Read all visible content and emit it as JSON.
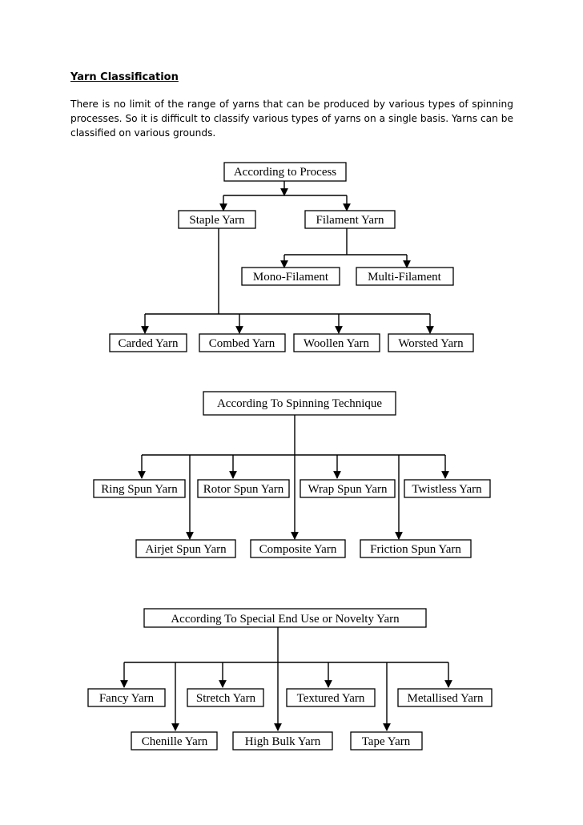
{
  "heading": "Yarn Classification",
  "intro": "There is no limit of the range of yarns that can be produced by various types of spinning processes. So it is difficult to classify various types of yarns on a single basis. Yarns can be classified on various grounds.",
  "diagram1": {
    "root": "According to Process",
    "level1": [
      "Staple Yarn",
      "Filament Yarn"
    ],
    "filament_children": [
      "Mono-Filament",
      "Multi-Filament"
    ],
    "staple_children": [
      "Carded Yarn",
      "Combed Yarn",
      "Woollen Yarn",
      "Worsted Yarn"
    ]
  },
  "diagram2": {
    "root": "According To Spinning Technique",
    "row1": [
      "Ring Spun Yarn",
      "Rotor Spun Yarn",
      "Wrap Spun Yarn",
      "Twistless Yarn"
    ],
    "row2": [
      "Airjet Spun Yarn",
      "Composite Yarn",
      "Friction Spun Yarn"
    ]
  },
  "diagram3": {
    "root": "According To Special End Use or Novelty Yarn",
    "row1": [
      "Fancy Yarn",
      "Stretch Yarn",
      "Textured Yarn",
      "Metallised Yarn"
    ],
    "row2": [
      "Chenille Yarn",
      "High Bulk Yarn",
      "Tape Yarn"
    ]
  }
}
